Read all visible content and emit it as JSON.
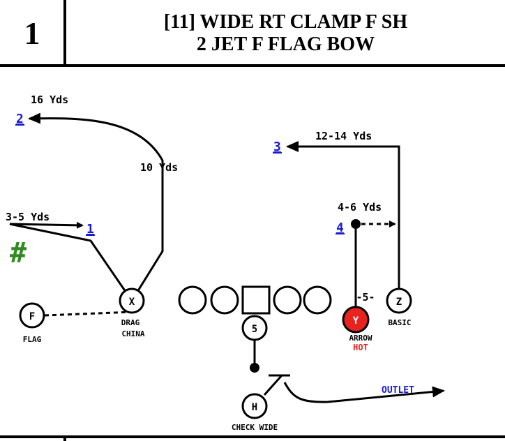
{
  "header": {
    "play_number": "1",
    "title_line1": "[11] WIDE RT CLAMP F SH",
    "title_line2": "2 JET F FLAG BOW"
  },
  "colors": {
    "line": "#000000",
    "route_number": "#1a1ad6",
    "hot_receiver_fill": "#e8221e",
    "hot_text": "#e8221e",
    "outlet_text": "#1a1ad6",
    "hash_mark": "#2f8a1f"
  },
  "players": {
    "x": "X",
    "f": "F",
    "y": "Y",
    "z": "Z",
    "h": "H",
    "qb": "5",
    "ball": "5"
  },
  "route_numbers": {
    "r1": "1",
    "r2": "2",
    "r3": "3",
    "r4": "4"
  },
  "labels": {
    "yds_16": "16 Yds",
    "yds_10": "10 Yds",
    "yds_12_14": "12-14 Yds",
    "yds_4_6": "4-6 Yds",
    "yds_3_5": "3-5 Yds",
    "x_route_1": "DRAG",
    "x_route_2": "CHINA",
    "f_route": "FLAG",
    "y_route": "ARROW",
    "y_hot": "HOT",
    "z_route": "BASIC",
    "h_route": "CHECK WIDE",
    "h_outlet": "OUTLET",
    "hash_symbol": "#"
  }
}
